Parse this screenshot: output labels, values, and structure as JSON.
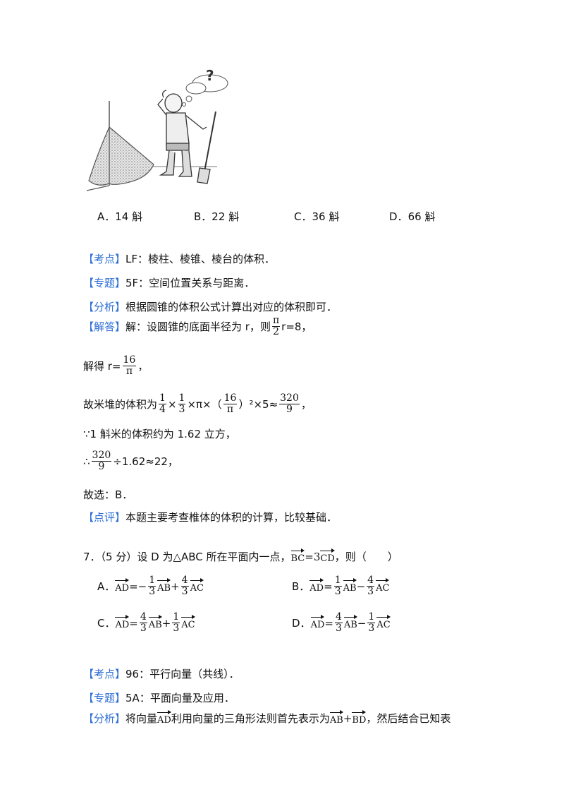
{
  "options_q6": [
    {
      "letter": "A．",
      "value": "14 斛"
    },
    {
      "letter": "B．",
      "value": "22 斛"
    },
    {
      "letter": "C．",
      "value": "36 斛"
    },
    {
      "letter": "D．",
      "value": "66 斛"
    }
  ],
  "q6_analysis": {
    "kaodian_tag": "【考点】",
    "kaodian_text": "LF：棱柱、棱锥、棱台的体积．",
    "zhuanti_tag": "【专题】",
    "zhuanti_text": "5F：空间位置关系与距离．",
    "fenxi_tag": "【分析】",
    "fenxi_text": "根据圆锥的体积公式计算出对应的体积即可．",
    "jieda_tag": "【解答】",
    "jieda_text_1": "解：设圆锥的底面半径为 r，则",
    "jieda_frac_num": "π",
    "jieda_frac_den": "2",
    "jieda_text_2": "r=8，",
    "line2_text": "解得 r=",
    "line2_num": "16",
    "line2_den": "π",
    "line2_end": "，",
    "line3_text": "故米堆的体积为",
    "line3_f1_num": "1",
    "line3_f1_den": "4",
    "line3_times1": "×",
    "line3_f2_num": "1",
    "line3_f2_den": "3",
    "line3_mid": "×π×（",
    "line3_f3_num": "16",
    "line3_f3_den": "π",
    "line3_after": "）²×5≈",
    "line3_f4_num": "320",
    "line3_f4_den": "9",
    "line3_end": "，",
    "line4_text": "∵1 斛米的体积约为 1.62 立方，",
    "line5_pre": "∴",
    "line5_num": "320",
    "line5_den": "9",
    "line5_text": "÷1.62≈22，",
    "line6_text": "故选：B．",
    "dianping_tag": "【点评】",
    "dianping_text": "本题主要考查椎体的体积的计算，比较基础．"
  },
  "q7": {
    "stem_1": "7．（5 分）设 D 为△ABC 所在平面内一点，",
    "stem_vec1": "BC",
    "stem_eq": "=3",
    "stem_vec2": "CD",
    "stem_2": "，则（　　）",
    "options": [
      {
        "letter": "A．",
        "v0": "AD",
        "eq": "=−",
        "n1": "1",
        "d1": "3",
        "v1": "AB",
        "op": "+",
        "n2": "4",
        "d2": "3",
        "v2": "AC"
      },
      {
        "letter": "B．",
        "v0": "AD",
        "eq": "=",
        "n1": "1",
        "d1": "3",
        "v1": "AB",
        "op": "−",
        "n2": "4",
        "d2": "3",
        "v2": "AC"
      },
      {
        "letter": "C．",
        "v0": "AD",
        "eq": "=",
        "n1": "4",
        "d1": "3",
        "v1": "AB",
        "op": "+",
        "n2": "1",
        "d2": "3",
        "v2": "AC"
      },
      {
        "letter": "D．",
        "v0": "AD",
        "eq": "=",
        "n1": "4",
        "d1": "3",
        "v1": "AB",
        "op": "−",
        "n2": "1",
        "d2": "3",
        "v2": "AC"
      }
    ],
    "kaodian_tag": "【考点】",
    "kaodian_text": "96：平行向量（共线）．",
    "zhuanti_tag": "【专题】",
    "zhuanti_text": "5A：平面向量及应用．",
    "fenxi_tag": "【分析】",
    "fenxi_text_1": "将向量",
    "fenxi_vec": "AD",
    "fenxi_text_2": "利用向量的三角形法则首先表示为",
    "fenxi_vec2": "AB",
    "fenxi_plus": "+",
    "fenxi_vec3": "BD",
    "fenxi_text_3": "，然后结合已知表"
  }
}
